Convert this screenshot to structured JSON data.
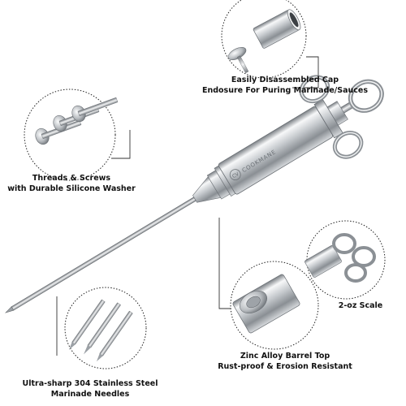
{
  "product": {
    "brand_mark": "CV",
    "brand_name": "COOKMANE"
  },
  "callouts": {
    "cap": {
      "line1": "Easily Disassembled Cap",
      "line2": "Endosure For Puring Marinade/Sauces"
    },
    "threads": {
      "line1": "Threads & Screws",
      "line2": "with Durable Silicone Washer"
    },
    "scale": {
      "line1": "2-oz Scale"
    },
    "barrel": {
      "line1": "Zinc Alloy Barrel Top",
      "line2": "Rust-proof & Erosion Resistant"
    },
    "needles": {
      "line1": "Ultra-sharp 304 Stainless Steel",
      "line2": "Marinade Needles"
    }
  },
  "colors": {
    "steel_dark": "#6e7378",
    "steel_mid": "#b9bec3",
    "steel_light": "#f4f5f6",
    "leader_line": "#333333"
  }
}
